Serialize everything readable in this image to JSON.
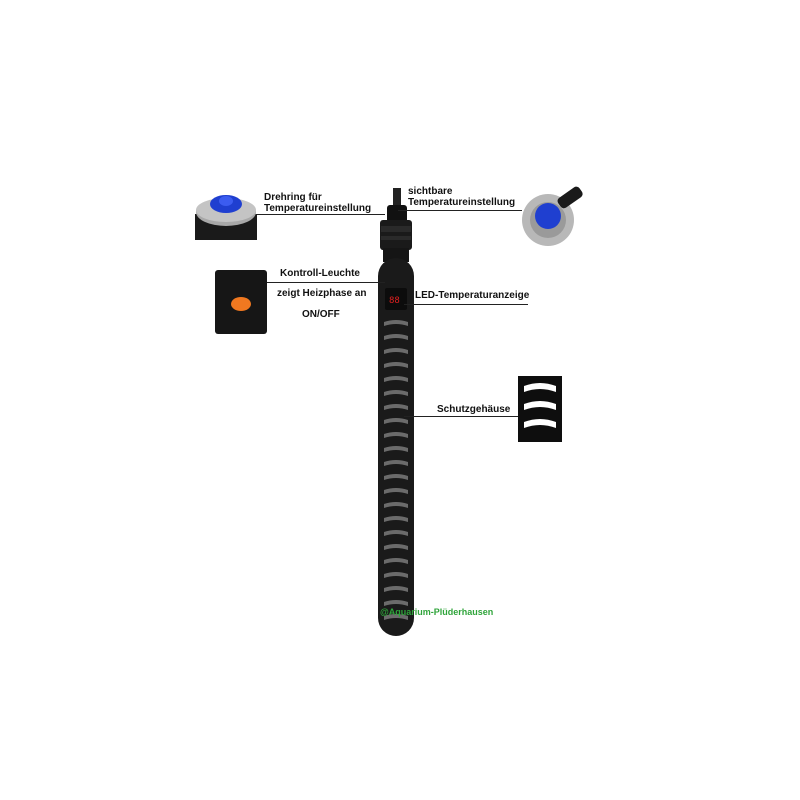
{
  "labels": {
    "drehring_line1": "Drehring für",
    "drehring_line2": "Temperatureinstellung",
    "sichtbare_line1": "sichtbare",
    "sichtbare_line2": "Temperatureinstellung",
    "kontroll": "Kontroll-Leuchte",
    "heizphase": "zeigt Heizphase an",
    "onoff": "ON/OFF",
    "led": "LED-Temperaturanzeige",
    "schutz": "Schutzgehäuse"
  },
  "watermark": "@Aquarium-Plüderhausen",
  "colors": {
    "heater_body": "#1a1a1a",
    "dial_blue": "#1f3fd0",
    "dial_grey": "#a8a8a8",
    "indicator_orange": "#f07820",
    "led_red": "#e02020",
    "watermark_green": "#2fa43a"
  }
}
